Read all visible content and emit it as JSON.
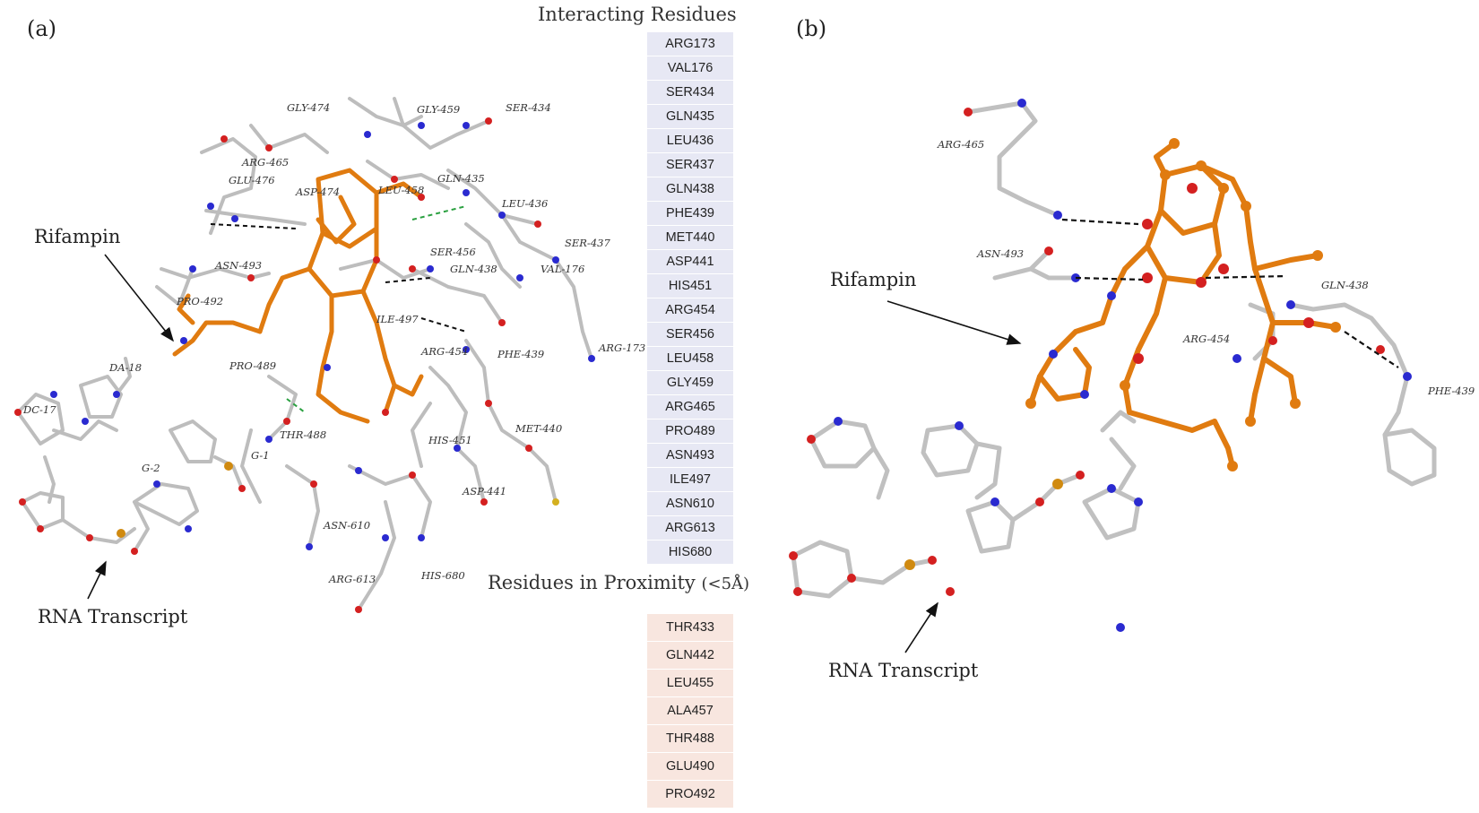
{
  "panels": {
    "a": "(a)",
    "b": "(b)"
  },
  "callouts": {
    "a_rifampin": "Rifampin",
    "a_rna": "RNA Transcript",
    "b_rifampin": "Rifampin",
    "b_rna": "RNA Transcript"
  },
  "lists": {
    "interacting_title": "Interacting Residues",
    "interacting": [
      "ARG173",
      "VAL176",
      "SER434",
      "GLN435",
      "LEU436",
      "SER437",
      "GLN438",
      "PHE439",
      "MET440",
      "ASP441",
      "HIS451",
      "ARG454",
      "SER456",
      "LEU458",
      "GLY459",
      "ARG465",
      "PRO489",
      "ASN493",
      "ILE497",
      "ASN610",
      "ARG613",
      "HIS680"
    ],
    "proximity_title": "Residues in Proximity",
    "proximity_suffix": "(<5Å)",
    "proximity": [
      "THR433",
      "GLN442",
      "LEU455",
      "ALA457",
      "THR488",
      "GLU490",
      "PRO492"
    ]
  },
  "residue_labels_a": [
    "GLY-474",
    "GLY-459",
    "SER-434",
    "ARG-465",
    "GLU-476",
    "ASP-474",
    "LEU-458",
    "GLN-435",
    "LEU-436",
    "SER-437",
    "SER-456",
    "GLN-438",
    "VAL-176",
    "ASN-493",
    "PRO-492",
    "ILE-497",
    "ARG-454",
    "PHE-439",
    "ARG-173",
    "PRO-489",
    "THR-488",
    "HIS-451",
    "MET-440",
    "DA-18",
    "DC-17",
    "G-2",
    "G-1",
    "ASP-441",
    "ASN-610",
    "ARG-613",
    "HIS-680"
  ],
  "residue_labels_b": [
    "ARG-465",
    "ASN-493",
    "GLN-438",
    "ARG-454",
    "PHE-439"
  ],
  "colors": {
    "ligand": "#e07b10",
    "carbon": "#c8c8c8",
    "nitrogen": "#2a2ad0",
    "oxygen": "#d42020",
    "phosphorus": "#d08a10",
    "interacting_bg": "#e7e8f4",
    "proximity_bg": "#f8e6df"
  }
}
